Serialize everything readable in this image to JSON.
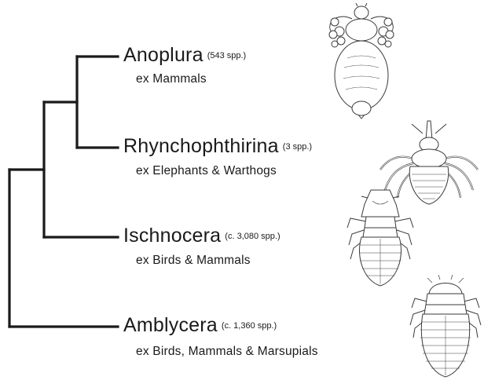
{
  "taxa": [
    {
      "name": "Anoplura",
      "count": "(543 spp.)",
      "host": "ex Mammals",
      "illustration": "sucking-louse-illustration"
    },
    {
      "name": "Rhynchophthirina",
      "count": "(3 spp.)",
      "host": "ex Elephants & Warthogs",
      "illustration": "elephant-louse-illustration"
    },
    {
      "name": "Ischnocera",
      "count": "(c. 3,080 spp.)",
      "host": "ex Birds & Mammals",
      "illustration": "chewing-louse-illustration"
    },
    {
      "name": "Amblycera",
      "count": "(c. 1,360 spp.)",
      "host": "ex Birds, Mammals & Marsupials",
      "illustration": "amblyceran-louse-illustration"
    }
  ],
  "colors": {
    "tree_line": "#1a1a1a",
    "text": "#1a1a1a",
    "drawing_line": "#3a3a3a",
    "drawing_fill": "#ffffff"
  }
}
